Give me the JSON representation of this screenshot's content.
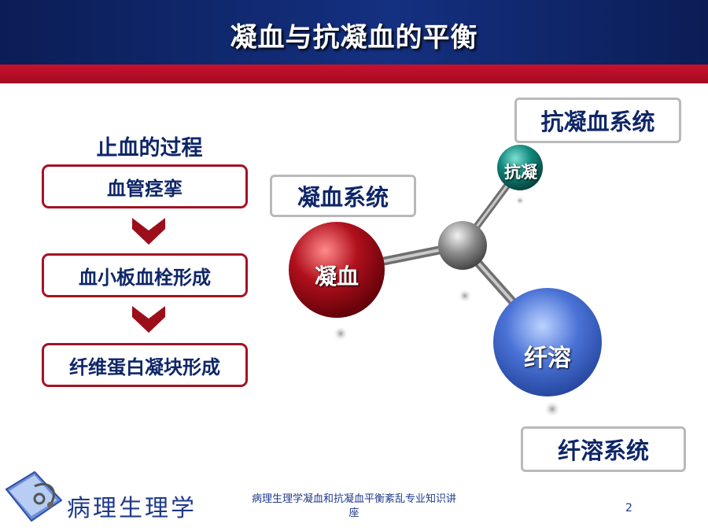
{
  "slide": {
    "title": "凝血与抗凝血的平衡",
    "page_number": "2"
  },
  "process": {
    "title": "止血的过程",
    "steps": [
      "血管痉挛",
      "血小板血栓形成",
      "纤维蛋白凝块形成"
    ]
  },
  "diagram": {
    "boxes": {
      "anticoag_system": "抗凝血系统",
      "coag_system": "凝血系统",
      "fibrinolysis_system": "纤溶系统"
    },
    "balls": {
      "coag": "凝血",
      "anticoag": "抗凝",
      "fibrinolysis": "纤溶"
    }
  },
  "footer": {
    "logo_text": "病理生理学",
    "caption": "病理生理学凝血和抗凝血平衡紊乱专业知识讲座"
  },
  "colors": {
    "header_blue": "#0b1d55",
    "header_red": "#c8102e",
    "text_navy": "#0e2668",
    "step_border": "#a51224",
    "ball_red": "#9b0e1a",
    "ball_teal": "#0f7a70",
    "ball_blue": "#3a63c7"
  }
}
